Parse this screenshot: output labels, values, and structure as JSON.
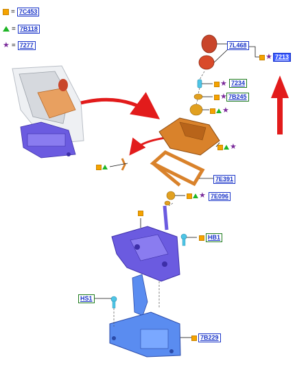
{
  "legend": [
    {
      "symbol": "square",
      "equals": "=",
      "code": "7C453"
    },
    {
      "symbol": "triangle",
      "equals": "=",
      "code": "7B118"
    },
    {
      "symbol": "star",
      "equals": "=",
      "code": "7277"
    }
  ],
  "labels": {
    "l7L468": "7L468",
    "l7213": "7213",
    "l7234": "7234",
    "l7B245": "7B245",
    "l7E391": "7E391",
    "l7E096": "7E096",
    "lHB1": "HB1",
    "lHS1": "HS1",
    "l7B229": "7B229"
  },
  "symbols": {
    "star": "★",
    "square_color": "#f5a300",
    "triangle_color": "#1fb526",
    "star_color": "#7a2a9a"
  },
  "colors": {
    "label_blue": "#1833c8",
    "filled_blue": "#3b5bff",
    "arrow_red": "#e21b1b",
    "bracket_blue": "#5a8cf0",
    "mechanism_purple": "#6b5be0",
    "boot_orange": "#d9822b"
  }
}
